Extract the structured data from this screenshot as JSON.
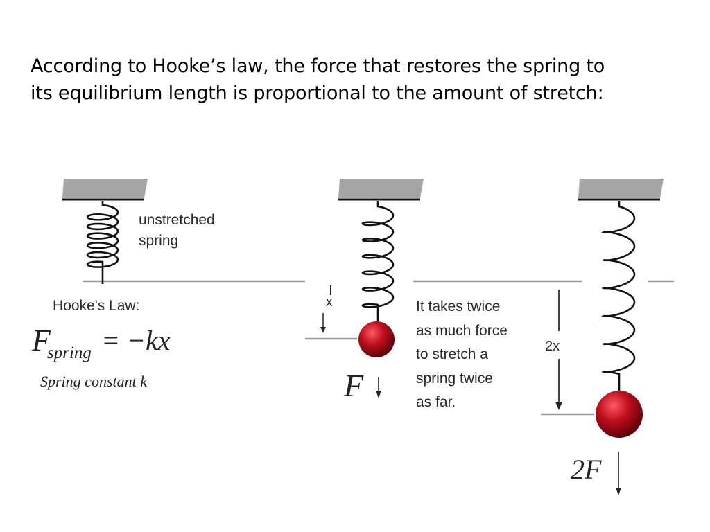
{
  "heading": {
    "line1": "According to Hooke’s law, the force that restores the spring to",
    "line2": "its equilibrium length is proportional to the amount of stretch:"
  },
  "unstretched_label": {
    "line1": "unstretched",
    "line2": "spring"
  },
  "law": {
    "title": "Hooke's Law:",
    "F": "F",
    "subscript": "spring",
    "rhs": "= −kx",
    "constant_note": "Spring constant k"
  },
  "x_label": "x",
  "twice_label": "2x",
  "force_F": "F",
  "force_2F": "2F",
  "explanation": [
    "It takes twice",
    "as much force",
    "to stretch a",
    "spring twice",
    "as far."
  ],
  "colors": {
    "ceiling": "#a5a5a5",
    "line": "#9a9a9a",
    "ball": "#b0101c",
    "text": "#2a2a2a"
  },
  "icons": [
    "ceiling-mount-icon",
    "spring-icon",
    "mass-ball-icon",
    "arrow-icon"
  ]
}
